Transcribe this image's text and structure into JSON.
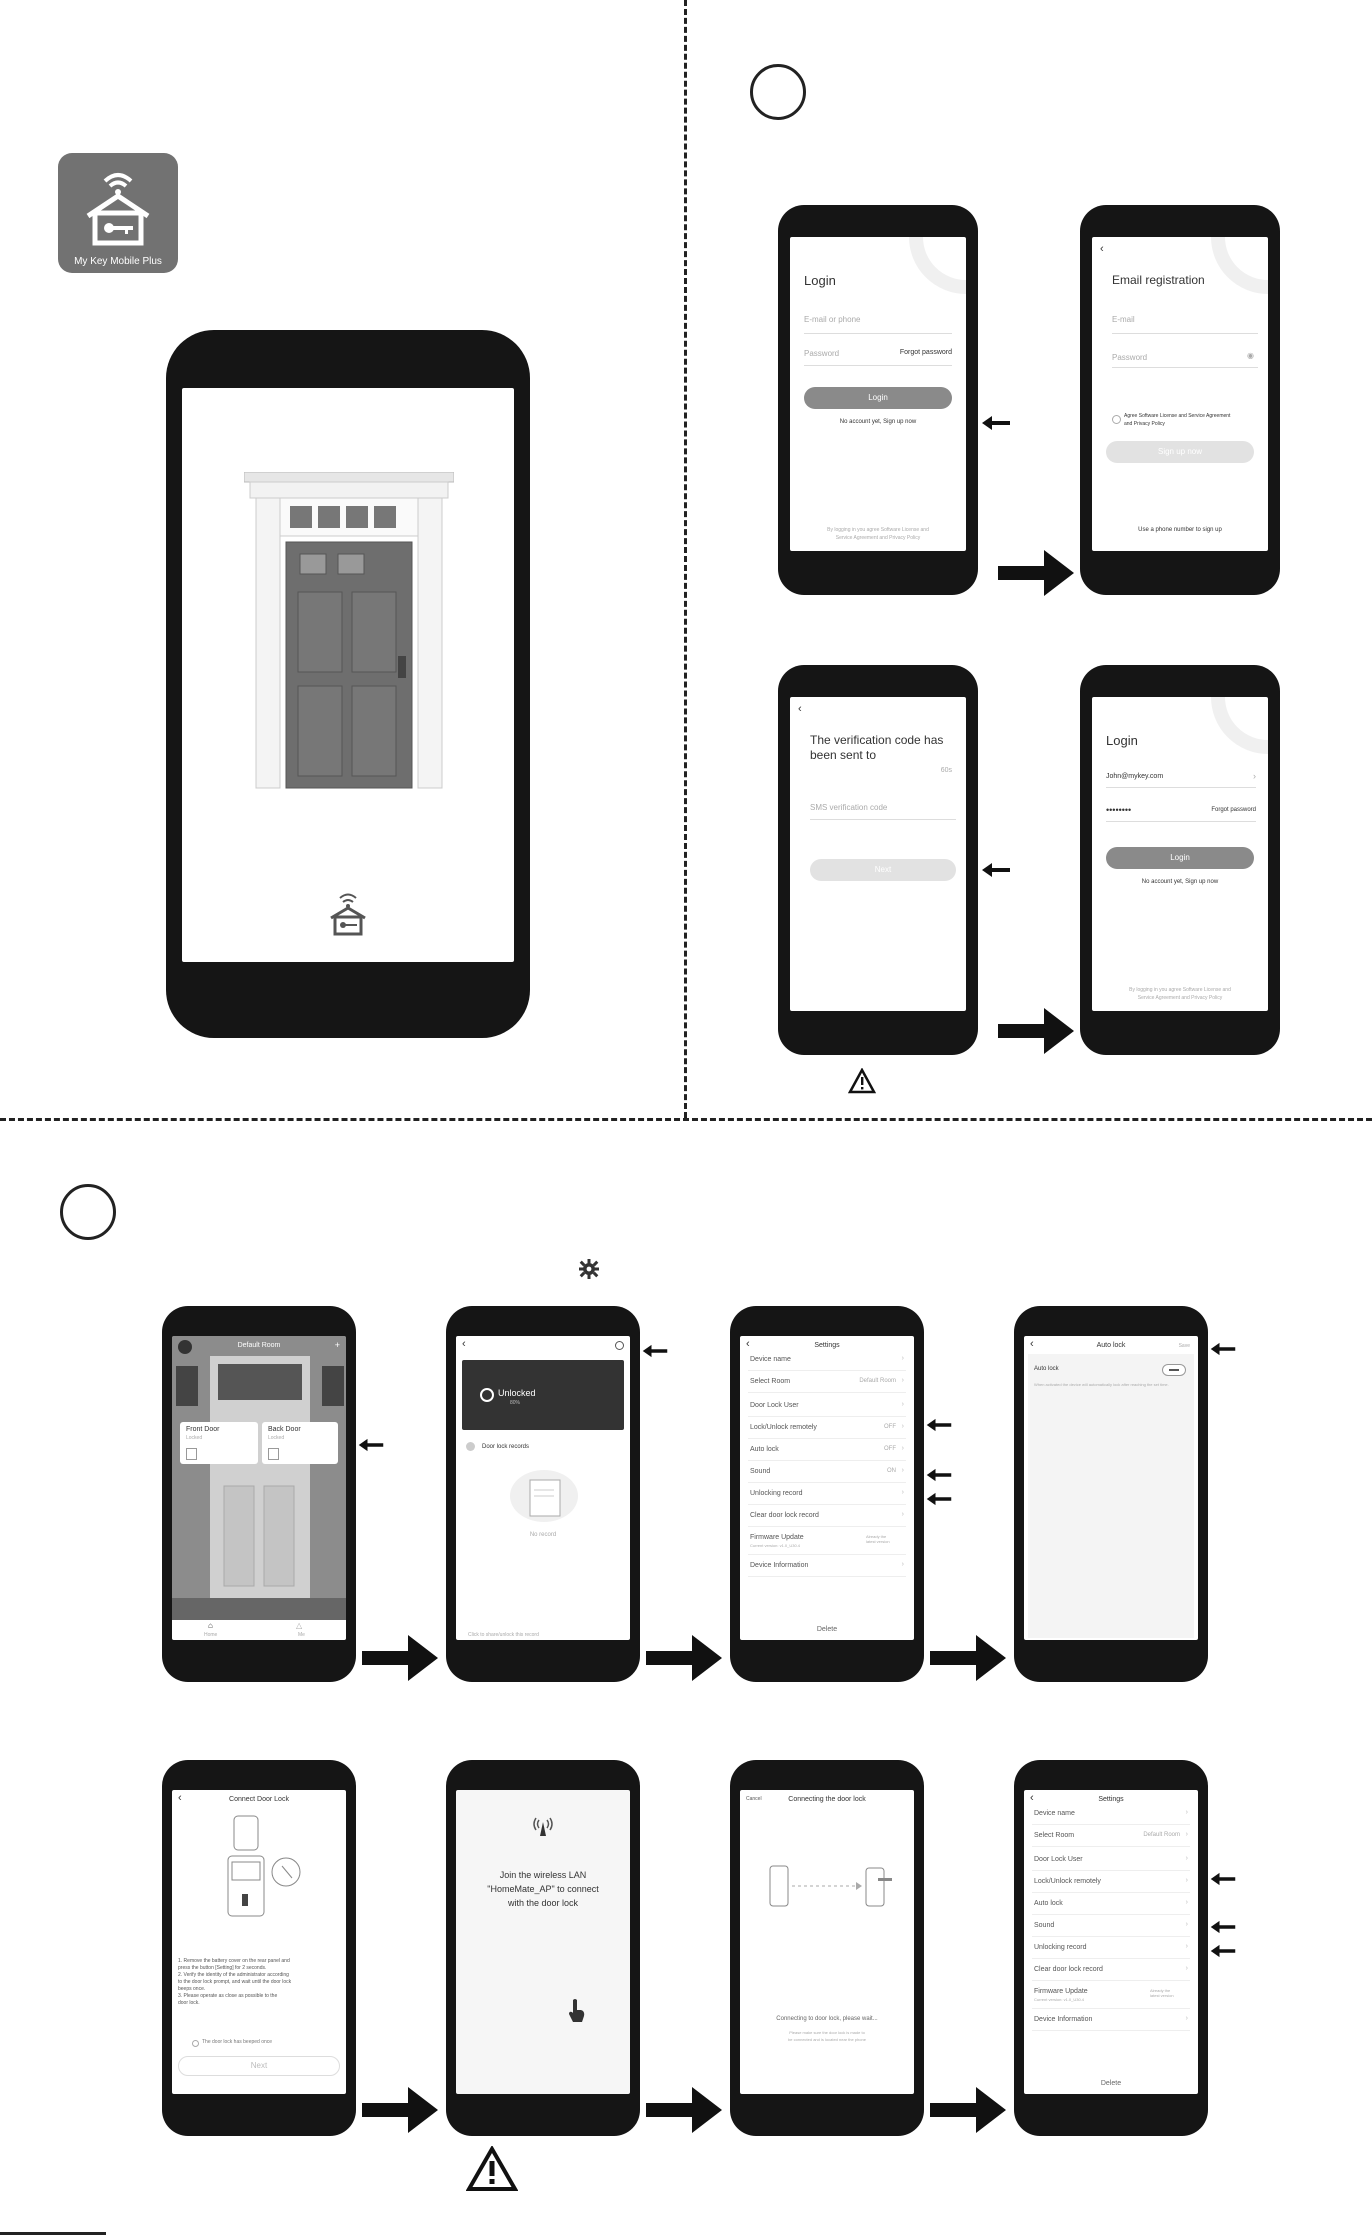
{
  "app_icon": {
    "label": "My Key Mobile Plus",
    "icon": "house-key-wifi-icon"
  },
  "login1": {
    "title": "Login",
    "account_placeholder": "E-mail or phone",
    "password_placeholder": "Password",
    "forgot": "Forgot password",
    "login_button": "Login",
    "no_account": "No account yet, Sign up now",
    "footer1": "By logging in you agree Software License and",
    "footer2": "Service Agreement and Privacy Policy"
  },
  "email_reg": {
    "title": "Email registration",
    "email_placeholder": "E-mail",
    "password_placeholder": "Password",
    "agree1": "Agree Software License and Service Agreement",
    "agree2": "and Privacy Policy",
    "signup_button": "Sign up now",
    "use_phone": "Use a phone number to sign up"
  },
  "verify": {
    "title": "The verification code has been sent to",
    "timer": "60s",
    "code_placeholder": "SMS verification code",
    "next_button": "Next"
  },
  "login2": {
    "title": "Login",
    "email": "John@mykey.com",
    "password": "••••••••",
    "forgot": "Forgot password",
    "login_button": "Login",
    "no_account": "No account yet, Sign up now",
    "footer1": "By logging in you agree Software License and",
    "footer2": "Service Agreement and Privacy Policy"
  },
  "home": {
    "title": "Default Room",
    "card1_title": "Front Door",
    "card1_sub": "Locked",
    "card2_title": "Back Door",
    "card2_sub": "Locked",
    "tab_home": "Home",
    "tab_me": "Me"
  },
  "lock_detail": {
    "status": "Unlocked",
    "battery": "80%",
    "records": "Door lock records",
    "no_record": "No record",
    "bottom": "Click to share/unlock this record"
  },
  "settings": {
    "title": "Settings",
    "rows": [
      {
        "label": "Device name",
        "value": ""
      },
      {
        "label": "Select Room",
        "value": "Default Room"
      },
      {
        "label": "Door Lock User",
        "value": ""
      },
      {
        "label": "Lock/Unlock remotely",
        "value": "OFF"
      },
      {
        "label": "Auto lock",
        "value": "OFF"
      },
      {
        "label": "Sound",
        "value": "ON"
      },
      {
        "label": "Unlocking record",
        "value": ""
      },
      {
        "label": "Clear door lock record",
        "value": ""
      },
      {
        "label": "Firmware Update",
        "value": "Already the latest version"
      },
      {
        "label": "Device Information",
        "value": ""
      }
    ],
    "firmware_sub": "Current version: v1.0_U30.4",
    "delete": "Delete"
  },
  "auto_lock": {
    "title": "Auto lock",
    "save": "Save",
    "row": "Auto lock",
    "desc": "When activated the device will automatically lock after reaching the set time."
  },
  "connect": {
    "title": "Connect Door Lock",
    "steps": [
      "1. Remove the battery cover on the rear panel and",
      "press the button [Setting] for 2 seconds.",
      "2. Verify the identity of the administrator according",
      "to the door lock prompt, and wait until the door lock",
      "beeps once.",
      "3. Please operate as close as possible to the",
      "door lock."
    ],
    "beeped": "The door lock has beeped once",
    "next": "Next"
  },
  "wifi_join": {
    "line1": "Join the wireless LAN",
    "line2": "\"HomeMate_AP\" to connect",
    "line3": "with the door lock"
  },
  "connecting": {
    "cancel": "Cancel",
    "title": "Connecting the door lock",
    "msg": "Connecting to door lock, please wait...",
    "note1": "Please make sure the door lock is made to",
    "note2": "be connected and is located near the phone"
  },
  "colors": {
    "accent_dark": "#151515",
    "button_gray": "#8a8a8a",
    "disabled_gray": "#e2e2e2"
  }
}
